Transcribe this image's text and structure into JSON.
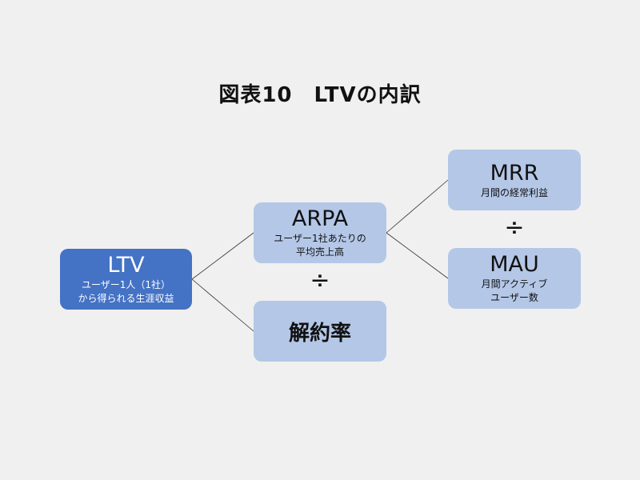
{
  "title": "図表10　LTVの内訳",
  "nodes": {
    "ltv": {
      "label": "LTV",
      "sub1": "ユーザー1人（1社）",
      "sub2": "から得られる生涯収益"
    },
    "arpa": {
      "label": "ARPA",
      "sub1": "ユーザー1社あたりの",
      "sub2": "平均売上高"
    },
    "churn": {
      "label": "解約率"
    },
    "mrr": {
      "label": "MRR",
      "sub1": "月間の経常利益"
    },
    "mau": {
      "label": "MAU",
      "sub1": "月間アクティブ",
      "sub2": "ユーザー数"
    }
  },
  "operators": {
    "left": "÷",
    "right": "÷"
  },
  "colors": {
    "background": "#f0f0f0",
    "light_box": "#b4c7e7",
    "dark_box": "#4472c4",
    "connector": "#333333"
  }
}
